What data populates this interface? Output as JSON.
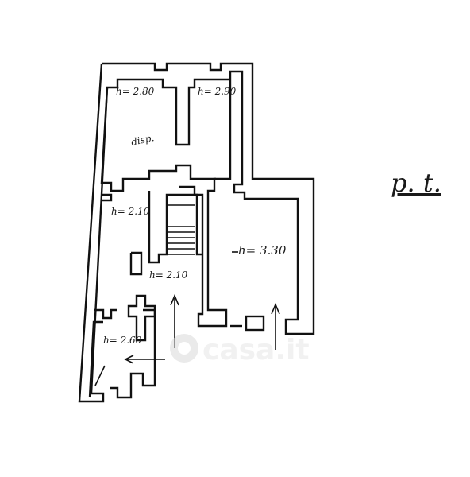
{
  "floor_label": "p. t.",
  "rooms": {
    "top_left_height": "h= 2.80",
    "top_right_height": "h= 2.90",
    "room_use": "disp.",
    "left_middle_height": "h= 2.10",
    "large_room_height": "h= 3.30",
    "stair_area_height": "h= 2.10",
    "bottom_left_height": "h= 2.60"
  },
  "watermark": {
    "brand": "casa.it"
  }
}
